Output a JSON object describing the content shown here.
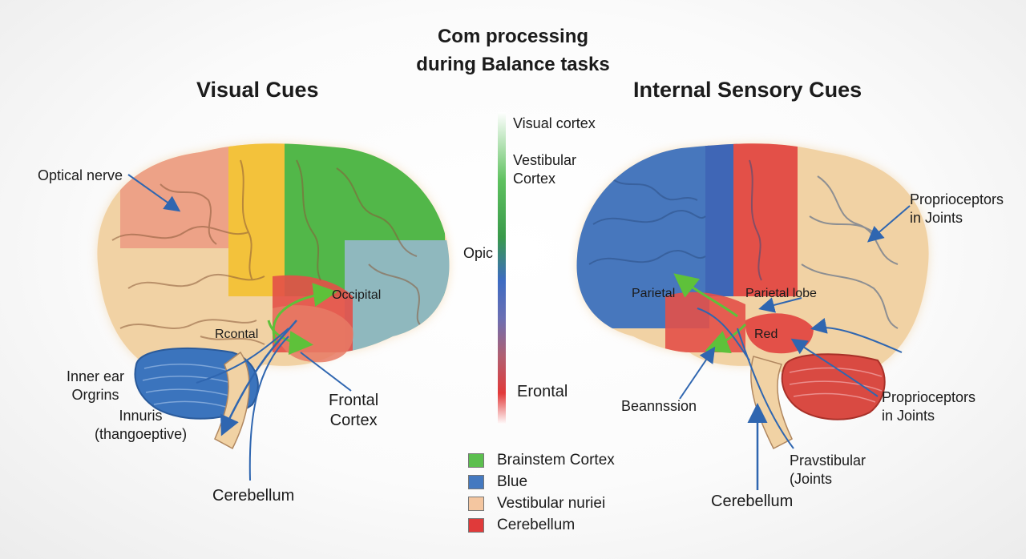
{
  "title_line1": "Com processing",
  "title_line2": "during Balance tasks",
  "left": {
    "heading": "Visual Cues",
    "labels": {
      "optical_nerve": "Optical nerve",
      "occipital": "Occipital",
      "rcontal": "Rcontal",
      "inner_ear_1": "Inner ear",
      "inner_ear_2": "Orgrins",
      "innuris_1": "Innuris",
      "innuris_2": "(thangoeptive)",
      "frontal_cortex_1": "Frontal",
      "frontal_cortex_2": "Cortex",
      "cerebellum": "Cerebellum"
    }
  },
  "right": {
    "heading": "Internal Sensory Cues",
    "labels": {
      "proprioceptors_top_1": "Proprioceptors",
      "proprioceptors_top_2": "in Joints",
      "parietal": "Parietal",
      "parietal_lobe": "Parietal lobe",
      "red": "Red",
      "beannssion": "Beannssion",
      "proprioceptors_bottom_1": "Proprioceptors",
      "proprioceptors_bottom_2": "in Joints",
      "pravstibular_1": "Pravstibular",
      "pravstibular_2": "(Joints",
      "cerebellum": "Cerebellum"
    }
  },
  "scale": {
    "visual_cortex": "Visual cortex",
    "vestibular_1": "Vestibular",
    "vestibular_2": "Cortex",
    "opic": "Opic",
    "frontal": "Erontal"
  },
  "legend": [
    {
      "label": "Brainstem Cortex",
      "color": "#5cbf4f"
    },
    {
      "label": "Blue",
      "color": "#4479c0"
    },
    {
      "label": "Vestibular nuriei",
      "color": "#f4c6a0"
    },
    {
      "label": "Cerebellum",
      "color": "#e03a3a"
    }
  ],
  "colors": {
    "beige": "#f1d2a4",
    "salmon": "#ec9a83",
    "yellow": "#f3c23b",
    "green": "#52b749",
    "teal": "#8fb8be",
    "red": "#e35048",
    "blue": "#4777bd",
    "arrow_blue": "#2f66b0",
    "arrow_green": "#5ec13a"
  }
}
